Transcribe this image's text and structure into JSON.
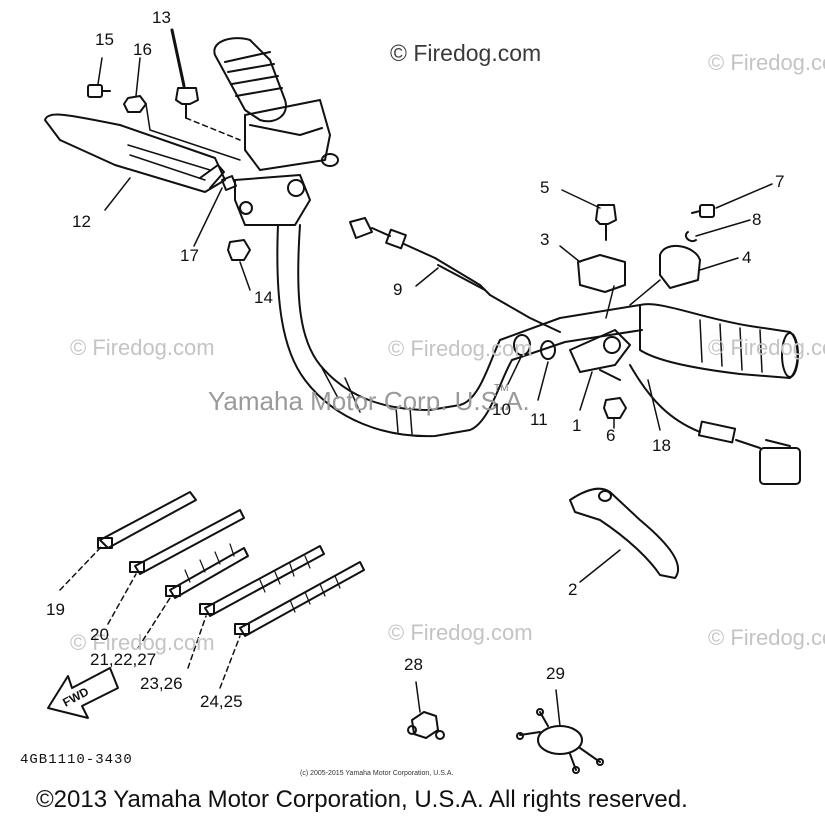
{
  "watermarks": {
    "primary": "© Firedog.com",
    "faint": "© Firedog.com",
    "center": "Yamaha Motor Corp. U.S.A.",
    "trademark": "TM"
  },
  "labels": {
    "l1": "1",
    "l2": "2",
    "l3": "3",
    "l4": "4",
    "l5": "5",
    "l6": "6",
    "l7": "7",
    "l8": "8",
    "l9": "9",
    "l10": "10",
    "l11": "11",
    "l12": "12",
    "l13": "13",
    "l14": "14",
    "l15": "15",
    "l16": "16",
    "l17": "17",
    "l18": "18",
    "l19": "19",
    "l20": "20",
    "l21": "21,22,27",
    "l23": "23,26",
    "l24": "24,25",
    "l28": "28",
    "l29": "29"
  },
  "fwd_marker": "FWD",
  "part_number": "4GB1110-3430",
  "fine_copyright": "(c) 2005-2015 Yamaha Motor Corporation, U.S.A.",
  "footer": "©2013 Yamaha Motor Corporation, U.S.A. All rights reserved.",
  "colors": {
    "ink": "#111111",
    "watermark": "#c4c4c4"
  }
}
